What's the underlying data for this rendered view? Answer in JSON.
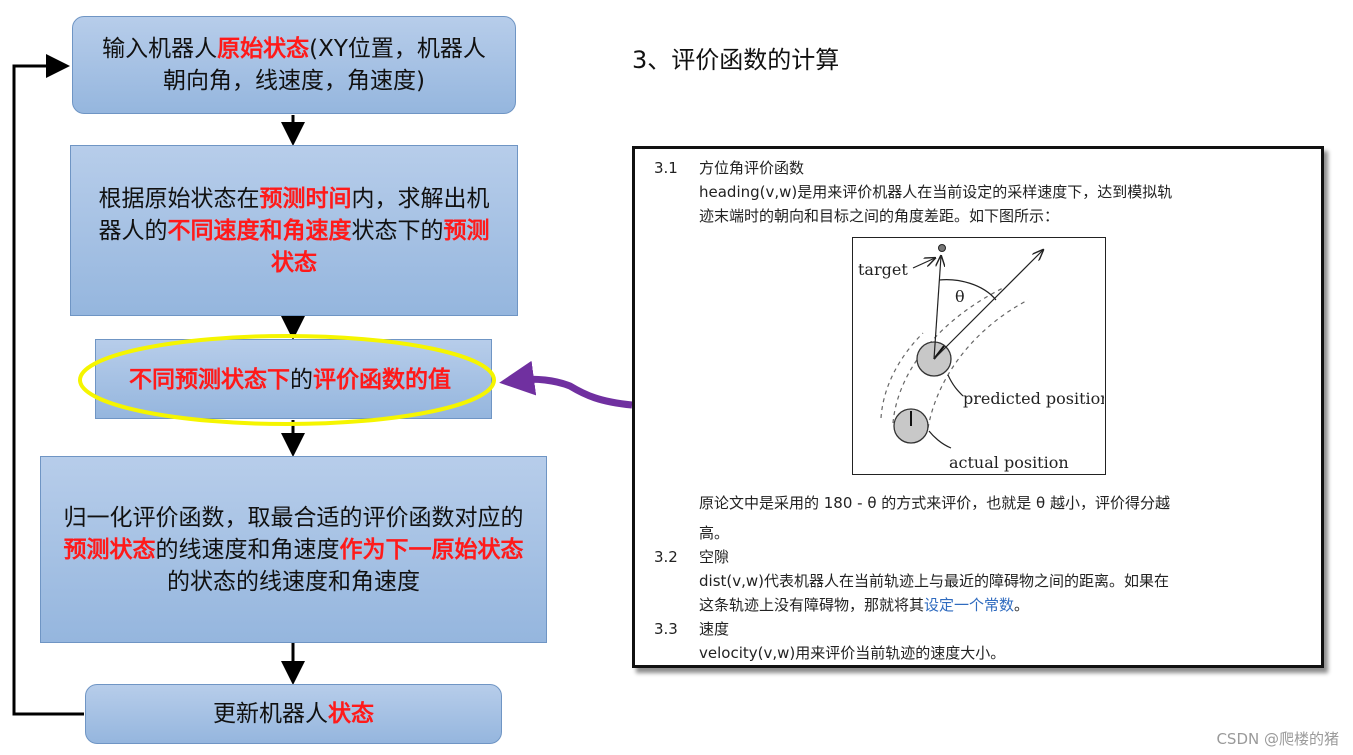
{
  "flow": {
    "box1": {
      "prefix": "输入机器人",
      "bold": "原始状态",
      "suffix": "(XY位置，机器人朝向角，线速度，角速度)"
    },
    "box2": {
      "t1": "根据原始状态在",
      "b1": "预测时间",
      "t2": "内，求解出机器人的",
      "b2": "不同速度和角速度",
      "t3": "状态下的",
      "b3": "预测状态"
    },
    "box3": {
      "b1": "不同预测状态下",
      "t1": "的",
      "b2": "评价函数的值"
    },
    "box4": {
      "t1": "归一化评价函数，取最合适的评价函数对应的",
      "b1": "预测状态",
      "t2": "的线速度和角速度",
      "b2": "作为下一原始状态",
      "t3": "的状态的线速度和角速度"
    },
    "box5": {
      "prefix": "更新机器人",
      "bold": "状态"
    }
  },
  "section_title": "3、评价函数的计算",
  "paper": {
    "s31_num": "3.1",
    "s31_title": "方位角评价函数",
    "s31_line1": "heading(v,w)是用来评价机器人在当前设定的采样速度下，达到模拟轨",
    "s31_line2": "迹末端时的朝向和目标之间的角度差距。如下图所示：",
    "figure": {
      "target": "target",
      "theta": "θ",
      "predicted": "predicted position",
      "actual": "actual position"
    },
    "s31_after1": "原论文中是采用的 180 - θ 的方式来评价，也就是 θ 越小，评价得分越",
    "s31_after2": "高。",
    "s32_num": "3.2",
    "s32_title": "空隙",
    "s32_line1": "dist(v,w)代表机器人在当前轨迹上与最近的障碍物之间的距离。如果在",
    "s32_line2a": "这条轨迹上没有障碍物，那就将其",
    "s32_line2b": "设定一个常数",
    "s32_line2c": "。",
    "s33_num": "3.3",
    "s33_title": "速度",
    "s33_line1": "velocity(v,w)用来评价当前轨迹的速度大小。"
  },
  "watermark": "CSDN @爬楼的猪",
  "colors": {
    "box_fill": "#a6c1e4",
    "emphasis": "#ff1a1a",
    "highlight_ellipse": "#f5f500",
    "pointer_arrow": "#7030a0",
    "link": "#2f6bbf"
  }
}
